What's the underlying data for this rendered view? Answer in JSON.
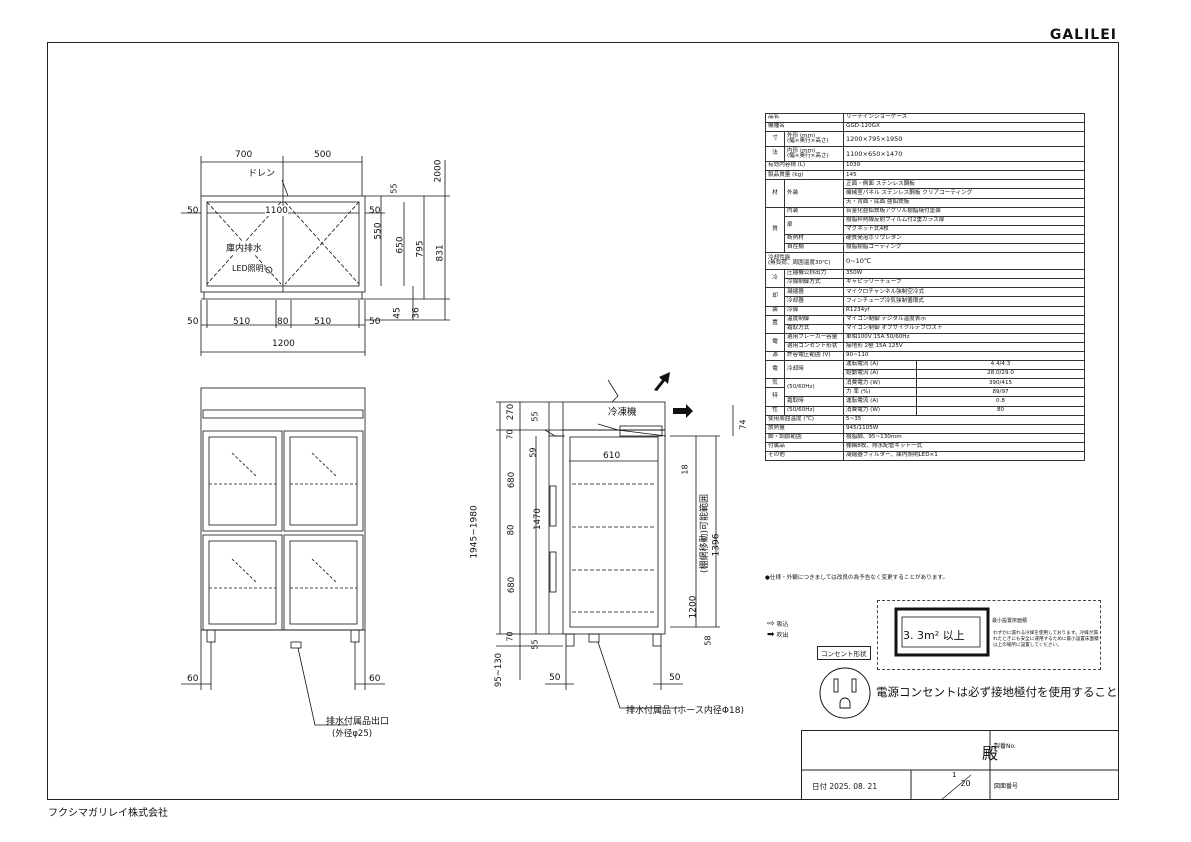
{
  "brand": "GALILEI",
  "company": "フクシマガリレイ株式会社",
  "plan_dims": {
    "d700": "700",
    "d500": "500",
    "d2000": "2000",
    "d55": "55",
    "d50l": "50",
    "d1100": "1100",
    "d50r": "50",
    "d550": "550",
    "d650": "650",
    "d795": "795",
    "d831": "831",
    "d45": "45",
    "d36": "36",
    "b50l": "50",
    "b510a": "510",
    "b80": "80",
    "b510b": "510",
    "b50r": "50",
    "b1200": "1200"
  },
  "plan_labels": {
    "drain": "ドレン",
    "inner_drain": "庫内排水",
    "led": "LED照明"
  },
  "front": {
    "d60l": "60",
    "d60r": "60",
    "drain_outlet": "排水付属品出口",
    "outer_dia": "(外径φ25)"
  },
  "side": {
    "d270": "270",
    "d55a": "55",
    "d70a": "70",
    "d59": "59",
    "d680a": "680",
    "d1470": "1470",
    "d80": "80",
    "d680b": "680",
    "d70b": "70",
    "d55b": "55",
    "d1945": "1945~1980",
    "d95": "95~130",
    "d610": "610",
    "d18": "18",
    "d74": "74",
    "shelf_range": "(棚網移動)可能範囲",
    "d1396": "1396",
    "d1200": "1200",
    "d58": "58",
    "d50l": "50",
    "d50r": "50",
    "cooler": "冷凍機",
    "drain_hose": "排水付属品 (ホース内径Φ18)"
  },
  "spec": {
    "r1": {
      "k": "品名",
      "v": "リーチインショーケース"
    },
    "r2": {
      "k": "機種名",
      "v": "GGD-120GX"
    },
    "dim": {
      "cat1": "寸",
      "cat2": "法",
      "ext_k": "外形 (mm)",
      "ext_sub": "(幅×奥行×高さ)",
      "ext_v": "1200×795×1950",
      "int_k": "内形 (mm)",
      "int_sub": "(幅×奥行×高さ)",
      "int_v": "1100×650×1470"
    },
    "r5": {
      "k": "有効内容積 (L)",
      "v": "1039"
    },
    "r6": {
      "k": "製品質量 (kg)",
      "v": "145"
    },
    "mat": {
      "cat1": "材",
      "cat2": "質",
      "ext_k": "外装",
      "ext_v1": "正面・側面 ステンレス鋼板",
      "ext_v2": "機械室パネル ステンレス鋼板 クリアコーティング",
      "ext_v3": "天・背面・底面 亜鉛鉄板",
      "in_k": "内装",
      "in_v": "合金化亜鉛鉄板アクリル樹脂焼付塗装",
      "door_k": "扉",
      "door_v1": "樹脂枠熱線反射フィルム付2重ガラス扉",
      "door_v2": "マグネット式4枚",
      "ins_k": "断熱材",
      "ins_v": "硬質発泡ポリウレタン",
      "shelf_k": "自在棚",
      "shelf_v": "樹脂樹脂コーティング"
    },
    "cool": {
      "k1": "冷却性能",
      "k2": "(無負荷、周囲温度30℃)",
      "v": "0~10℃"
    },
    "ref": {
      "c1": "冷",
      "c2": "却",
      "c3": "装",
      "c4": "置",
      "rows": [
        {
          "k": "圧縮機公称出力",
          "v": "350W"
        },
        {
          "k": "冷媒制御方式",
          "v": "キャピラリーチューブ"
        },
        {
          "k": "凝縮器",
          "v": "マイクロチャンネル強制空冷式"
        },
        {
          "k": "冷却器",
          "v": "フィンチューブ冷気強制循環式"
        },
        {
          "k": "冷媒",
          "v": "R1234yf"
        },
        {
          "k": "温度制御",
          "v": "マイコン制御 デジタル温度表示"
        },
        {
          "k": "霜取方式",
          "v": "マイコン制御 オフサイクルデフロスト"
        }
      ]
    },
    "pow": {
      "c1": "電",
      "c2": "源",
      "rows": [
        {
          "k": "適用ブレーカー容量",
          "v": "単相100V 15A 50/60Hz"
        },
        {
          "k": "適用コンセント形状",
          "v": "接地形 2極 15A 125V"
        },
        {
          "k": "許容電圧範囲 (V)",
          "v": "90~110"
        }
      ]
    },
    "elec": {
      "c1": "電",
      "c2": "気",
      "c3": "特",
      "c4": "性",
      "cool_k1": "冷却時",
      "cool_k2": "(50/60Hz)",
      "def_k1": "霜取時",
      "def_k2": "(50/60Hz)",
      "rows": [
        {
          "k": "運転電流 (A)",
          "v": "4.4/4.3"
        },
        {
          "k": "始動電流 (A)",
          "v": "28.0/29.0"
        },
        {
          "k": "消費電力 (W)",
          "v": "390/415"
        },
        {
          "k": "力 率 (%)",
          "v": "89/97"
        },
        {
          "k": "運転電流 (A)",
          "v": "0.8"
        },
        {
          "k": "消費電力 (W)",
          "v": "80"
        }
      ]
    },
    "tail": [
      {
        "k": "使用周囲温度 (℃)",
        "v": "5~35"
      },
      {
        "k": "放熱量",
        "v": "945/1105W"
      },
      {
        "k": "脚・調節範囲",
        "v": "樹脂脚、95~130mm"
      },
      {
        "k": "付属品",
        "v": "棚網8枚、排水配管キット一式"
      },
      {
        "k": "その他",
        "v": "凝縮器フィルター、庫内照明LED×1"
      }
    ]
  },
  "note": "●仕様・外観につきましては改良の為予告なく変更することがあります。",
  "legend": {
    "intake": "吸込",
    "exhaust": "吹出"
  },
  "consent_label": "コンセント形状",
  "warning": "電源コンセントは必ず接地極付を使用すること",
  "area": {
    "title": "最小設置床面積",
    "value": "3. 3m² 以上",
    "text": "わずかに漏れる冷媒を使用しております。冷媒が漏れたときにも安全に運用するために最小設置床面積以上の場所に設置してください。"
  },
  "title_block": {
    "suffix": "殿",
    "drawing_no": "製番No.",
    "date": "日付 2025. 08. 21",
    "page_num": "1",
    "page_den": "20",
    "fig_no": "図面番号"
  }
}
